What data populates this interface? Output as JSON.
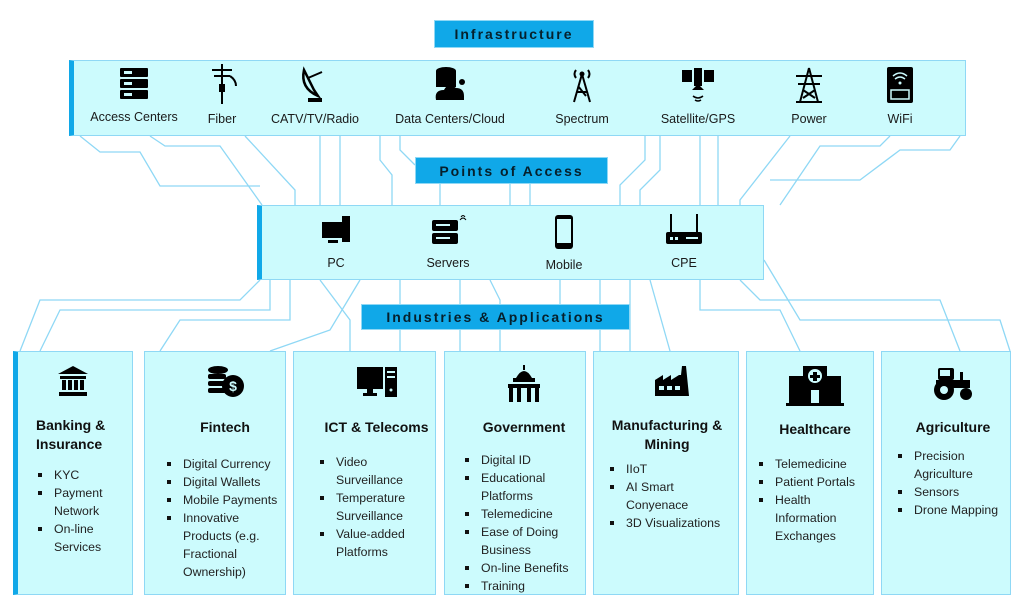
{
  "sections": {
    "infrastructure": "Infrastructure",
    "points_of_access": "Points of Access",
    "industries": "Industries & Applications"
  },
  "infrastructure_items": [
    {
      "label": "Access Centers",
      "icon": "server-rack-icon"
    },
    {
      "label": "Fiber",
      "icon": "utility-pole-icon"
    },
    {
      "label": "CATV/TV/Radio",
      "icon": "satellite-dish-icon"
    },
    {
      "label": "Data Centers/Cloud",
      "icon": "database-cloud-icon"
    },
    {
      "label": "Spectrum",
      "icon": "radio-tower-icon"
    },
    {
      "label": "Satellite/GPS",
      "icon": "satellite-icon"
    },
    {
      "label": "Power",
      "icon": "power-pylon-icon"
    },
    {
      "label": "WiFi",
      "icon": "wifi-device-icon"
    }
  ],
  "access_items": [
    {
      "label": "PC",
      "icon": "pc-icon"
    },
    {
      "label": "Servers",
      "icon": "servers-icon"
    },
    {
      "label": "Mobile",
      "icon": "mobile-icon"
    },
    {
      "label": "CPE",
      "icon": "router-icon"
    }
  ],
  "industries": [
    {
      "title": "Banking & Insurance",
      "icon": "bank-icon",
      "items": [
        "KYC",
        "Payment Network",
        "On-line Services"
      ]
    },
    {
      "title": "Fintech",
      "icon": "coins-dollar-icon",
      "items": [
        "Digital Currency",
        "Digital Wallets",
        "Mobile Payments",
        "Innovative Products (e.g. Fractional Ownership)"
      ]
    },
    {
      "title": "ICT & Telecoms",
      "icon": "computer-icon",
      "items": [
        "Video Surveillance",
        "Temperature Surveillance",
        "Value-added Platforms"
      ]
    },
    {
      "title": "Government",
      "icon": "capitol-icon",
      "items": [
        "Digital ID",
        "Educational Platforms",
        "Telemedicine",
        "Ease of Doing Business",
        "On-line Benefits",
        "Training"
      ]
    },
    {
      "title": "Manufacturing & Mining",
      "icon": "factory-icon",
      "items": [
        "IIoT",
        "AI Smart Conyenace",
        "3D Visualizations"
      ]
    },
    {
      "title": "Healthcare",
      "icon": "hospital-icon",
      "items": [
        "Telemedicine",
        "Patient Portals",
        "Health Information Exchanges"
      ]
    },
    {
      "title": "Agriculture",
      "icon": "tractor-icon",
      "items": [
        "Precision Agriculture",
        "Sensors",
        "Drone Mapping"
      ]
    }
  ],
  "colors": {
    "accent": "#10a8e8",
    "panel": "#ccfbfd",
    "line": "#8fd8f5"
  }
}
